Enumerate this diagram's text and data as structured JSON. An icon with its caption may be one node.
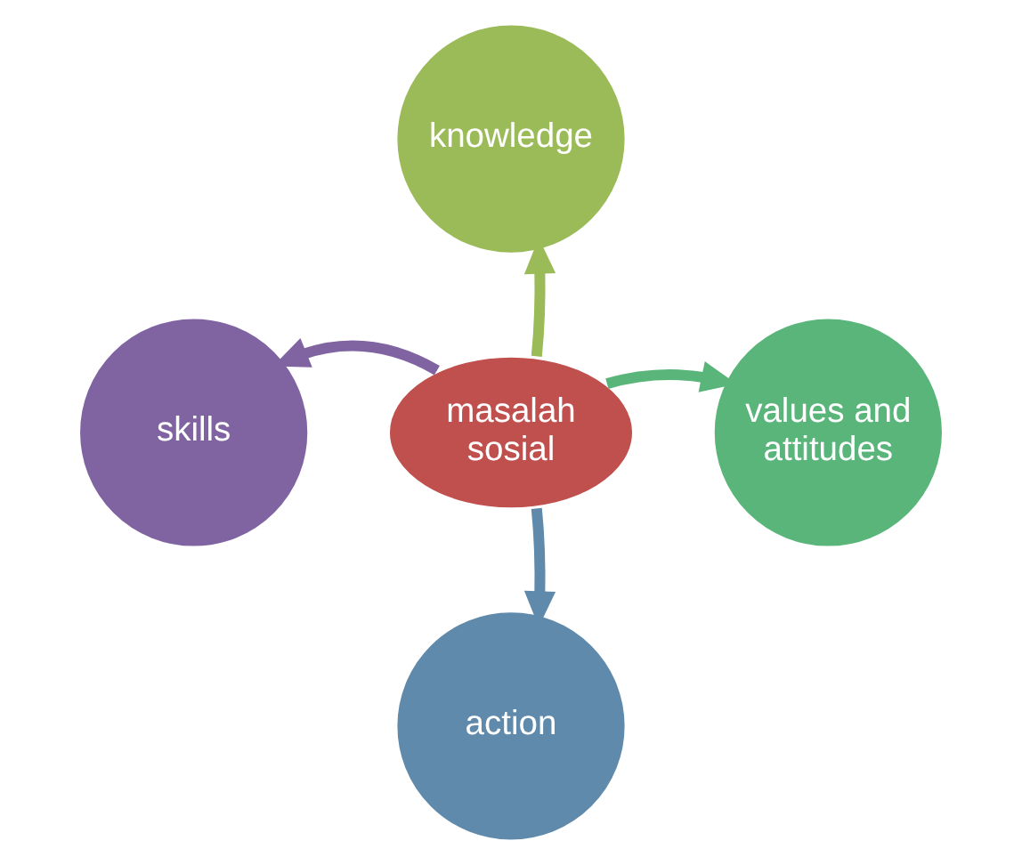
{
  "diagram": {
    "nodes": [
      {
        "text": [
          "masalah sosial"
        ]
      },
      {
        "text": [
          "knowledge"
        ]
      },
      {
        "text": [
          "values and attitudes"
        ]
      },
      {
        "text": [
          "action"
        ]
      },
      {
        "text": [
          "skills"
        ]
      }
    ],
    "edges": [
      {
        "from": 0,
        "to": 1,
        "arrow": "to",
        "color": "#9bbb59"
      },
      {
        "from": 0,
        "to": 2,
        "arrow": "to",
        "color": "#5ab57a"
      },
      {
        "from": 0,
        "to": 3,
        "arrow": "to",
        "color": "#5f8aab"
      },
      {
        "from": 0,
        "to": 4,
        "arrow": "to",
        "color": "#8064a2"
      }
    ]
  }
}
